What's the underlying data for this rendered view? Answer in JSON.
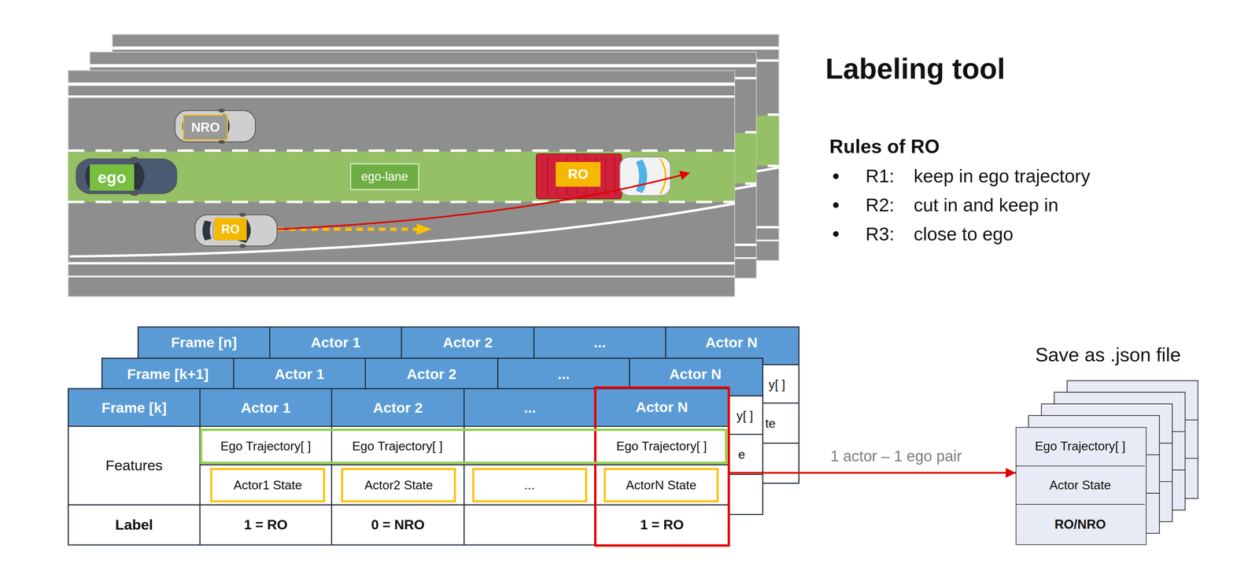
{
  "diagram": {
    "title": "Labeling tool",
    "nodes": [
      {
        "text": [
          "NRO"
        ]
      },
      {
        "text": [
          "ego"
        ]
      },
      {
        "text": [
          "ego-lane"
        ]
      },
      {
        "text": [
          "RO"
        ]
      },
      {
        "text": [
          "RO"
        ]
      },
      {
        "text": [
          "Actor N",
          "1 = RO"
        ]
      },
      {
        "text": [
          "Ego Trajectory[ ]",
          "Ego Trajectory[ ]",
          "Ego Trajectory[ ]"
        ]
      },
      {
        "text": [
          "Actor1 State"
        ]
      },
      {
        "text": [
          "Actor2 State"
        ]
      },
      {
        "text": [
          "..."
        ]
      },
      {
        "text": [
          "ActorN State"
        ],
        "in": 5
      },
      {
        "text": [
          "Ego Trajectory[ ]",
          "Actor State",
          "RO/NRO"
        ]
      }
    ],
    "edges": [
      {
        "from": 5,
        "to": 11,
        "arrow": "to",
        "label": "1 actor – 1 ego pair"
      }
    ],
    "labels": [
      "Rules of RO",
      "R1:",
      "keep in ego trajectory",
      "R2:",
      "cut in and keep in",
      "R3:",
      "close to ego",
      "Frame [n]",
      "Actor 1",
      "Actor 2",
      "...",
      "Actor N",
      "y[ ]",
      "te",
      "Frame [k+1]",
      "Actor 1",
      "Actor 2",
      "...",
      "Actor N",
      "y[ ]",
      "e",
      "Frame [k]",
      "Actor 1",
      "Actor 2",
      "...",
      "Features",
      "Label",
      "1 = RO",
      "0 = NRO",
      "Save as .json file"
    ]
  }
}
